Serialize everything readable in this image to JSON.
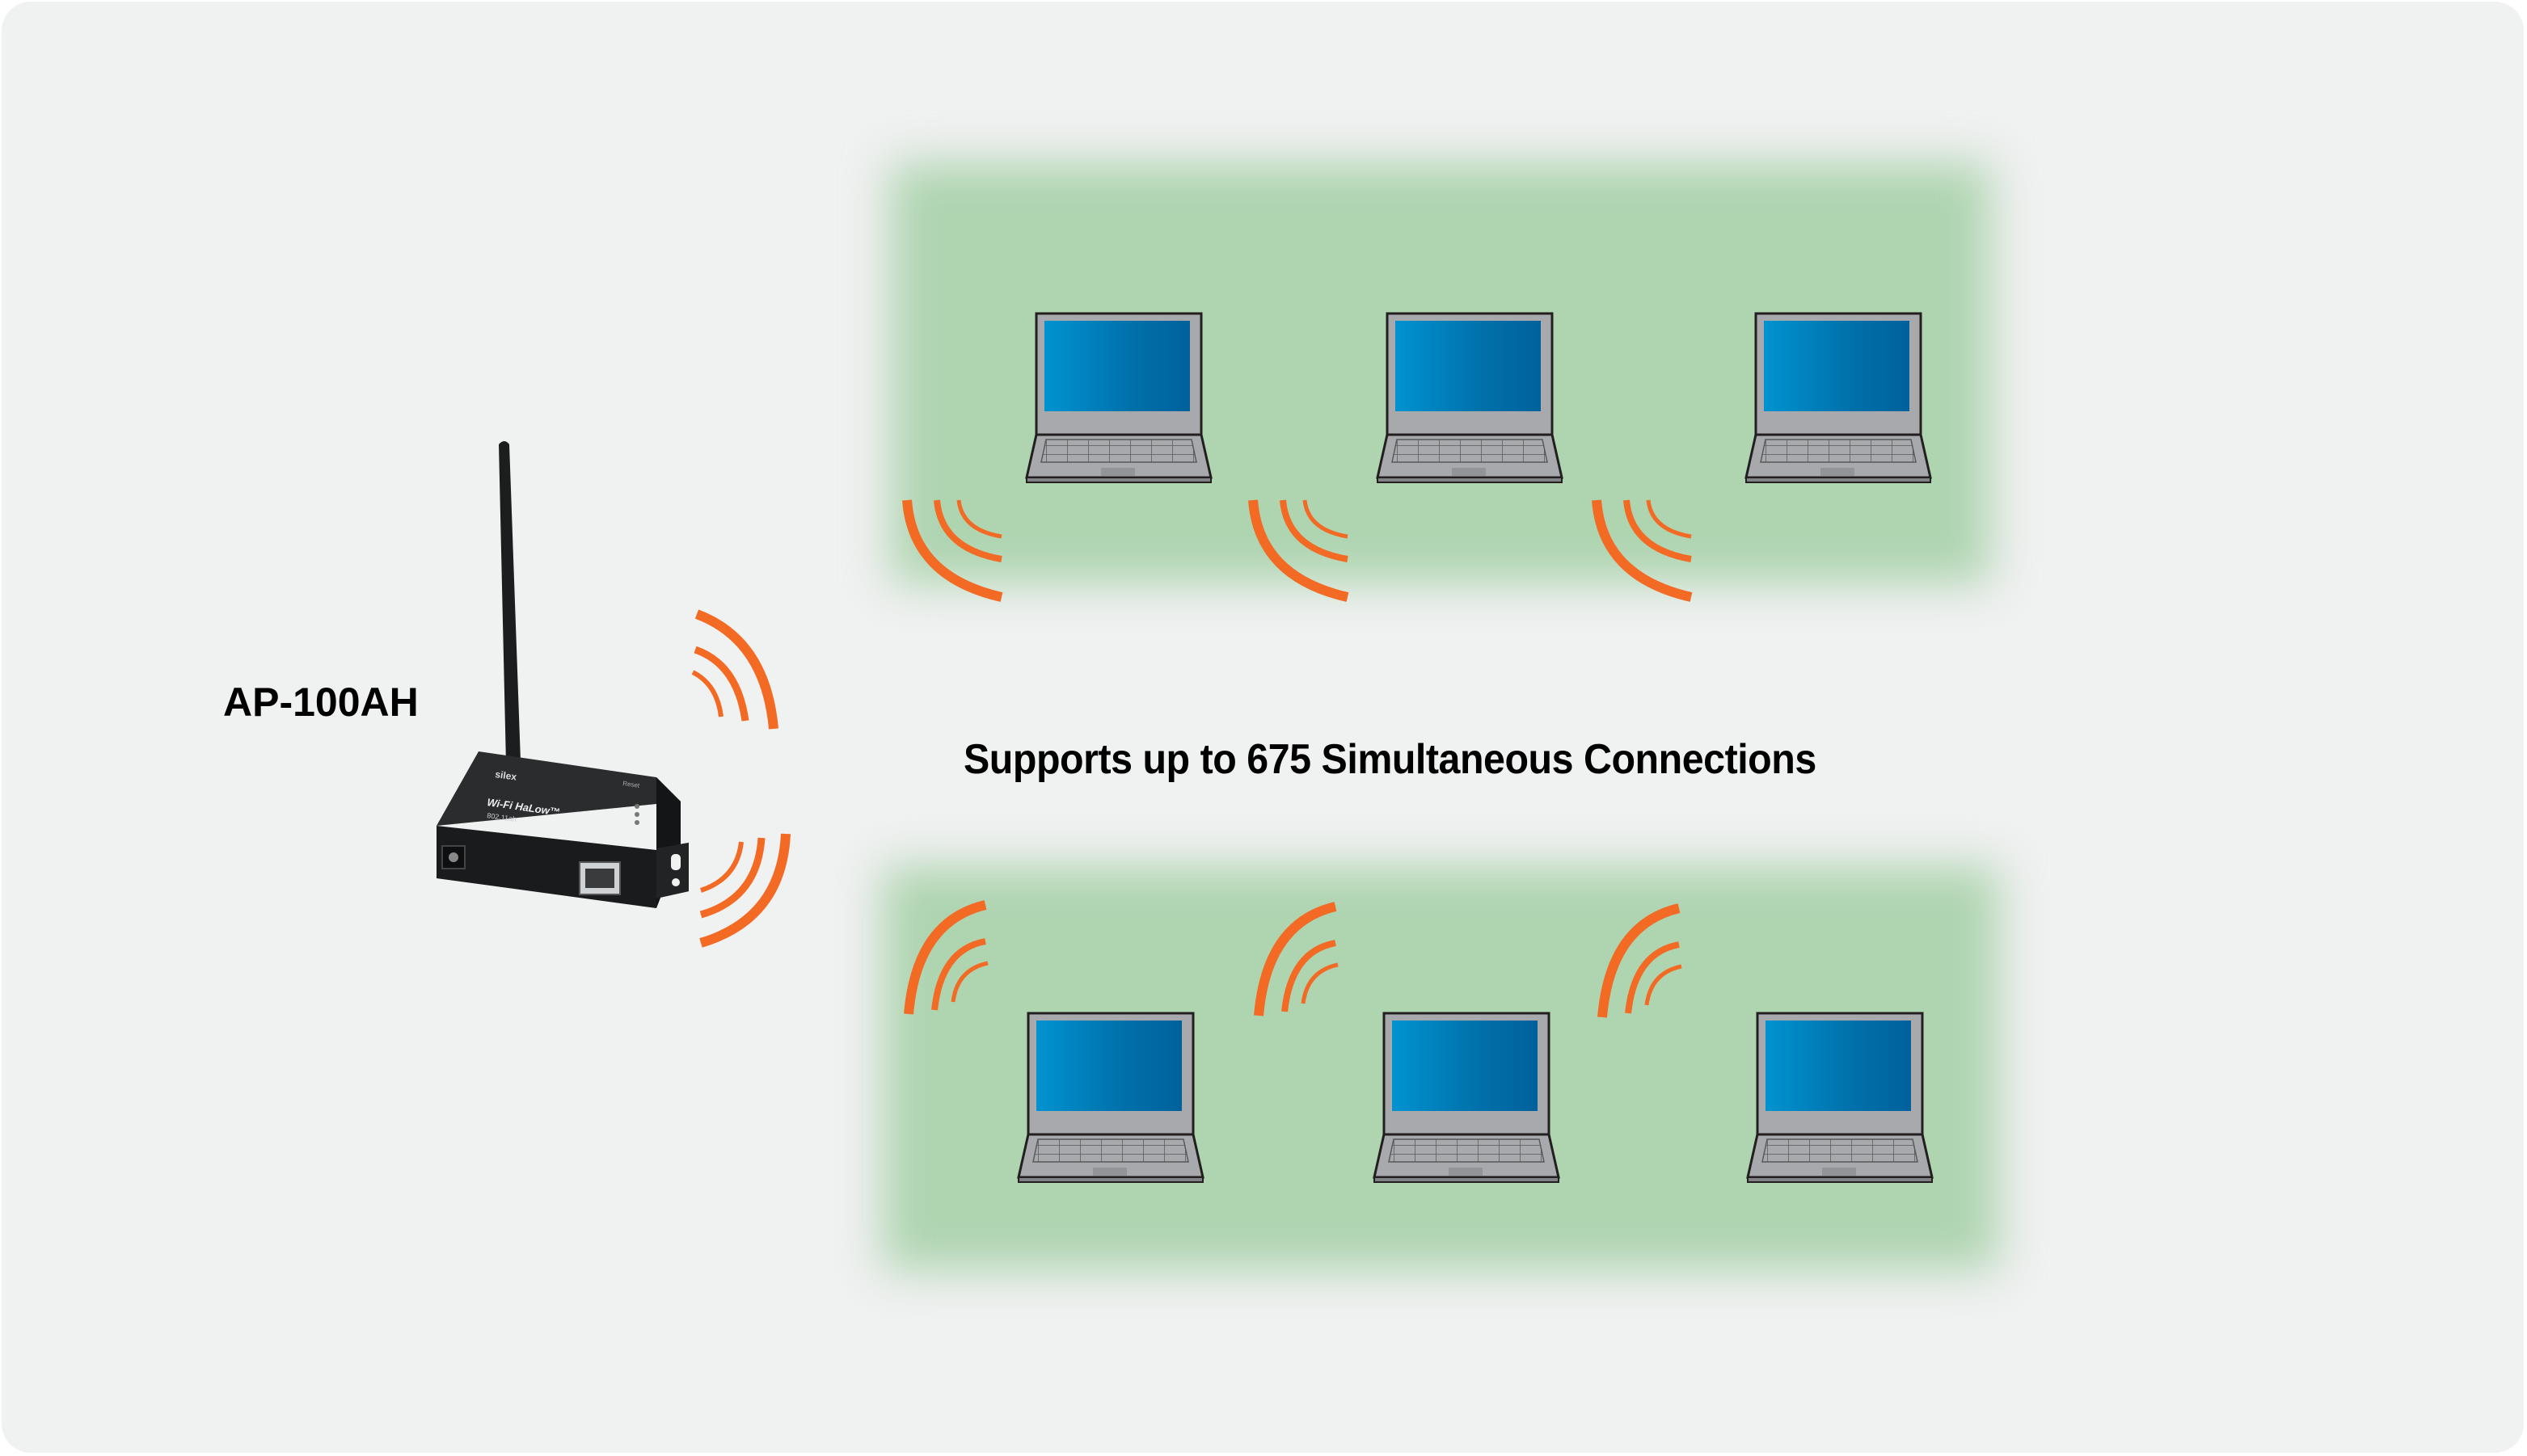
{
  "diagram": {
    "device_label": "AP-100AH",
    "headline": "Supports up to 675 Simultaneous Connections",
    "device": {
      "brand": "silex",
      "product_text": "Wi-Fi HaLow™",
      "standard": "802.11ah",
      "button_label": "Reset"
    },
    "clients_top": [
      {
        "name": "laptop-1"
      },
      {
        "name": "laptop-2"
      },
      {
        "name": "laptop-3"
      }
    ],
    "clients_bottom": [
      {
        "name": "laptop-4"
      },
      {
        "name": "laptop-5"
      },
      {
        "name": "laptop-6"
      }
    ],
    "colors": {
      "background": "#f0f1f1",
      "panel_green": "#aed4b0",
      "wave_orange": "#f26a24",
      "laptop_gray": "#a7a9ac",
      "screen_blue": "#0072b5",
      "device_black": "#1e1f20"
    }
  }
}
